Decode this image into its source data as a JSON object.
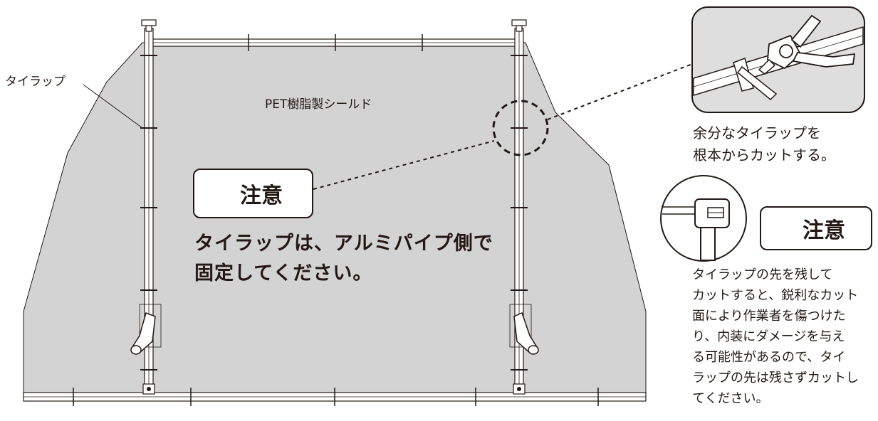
{
  "labels": {
    "tie_wrap": "タイラップ",
    "shield": "PET樹脂製シールド"
  },
  "caution_main": {
    "title": "注意",
    "text_line1": "タイラップは、アルミパイプ側で",
    "text_line2": "固定してください。"
  },
  "cut_note": {
    "line1": "余分なタイラップを",
    "line2": "根本からカットする。"
  },
  "caution_side": {
    "title": "注意",
    "lines": [
      "タイラップの先を残して",
      "カットすると、鋭利なカット",
      "面により作業者を傷つけた",
      "り、内装にダメージを与え",
      "る可能性があるので、タイ",
      "ラップの先は残さずカットし",
      "てください。"
    ]
  },
  "colors": {
    "shield_fill": "#d3d3d3",
    "detail_fill": "#dedede",
    "line": "#231815"
  },
  "icons": [
    "warning-triangle-icon",
    "nipper-cutting-illustration",
    "tie-wrap-head-illustration"
  ]
}
